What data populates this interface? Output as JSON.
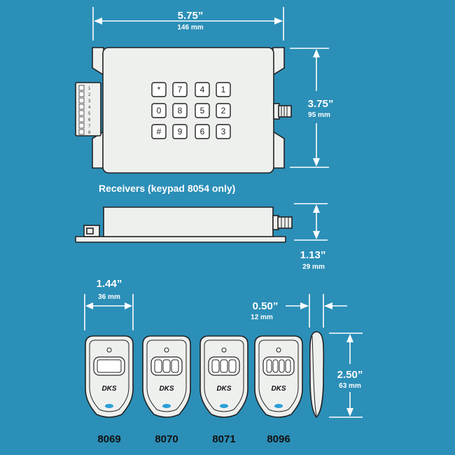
{
  "dimensions": {
    "width_in": "5.75”",
    "width_mm": "146 mm",
    "height_in": "3.75”",
    "height_mm": "95 mm",
    "depth_in": "1.13”",
    "depth_mm": "29 mm",
    "remote_width_in": "1.44”",
    "remote_width_mm": "36 mm",
    "remote_thickness_in": "0.50”",
    "remote_thickness_mm": "12 mm",
    "remote_height_in": "2.50”",
    "remote_height_mm": "63 mm"
  },
  "receiver_caption": "Receivers (keypad 8054 only)",
  "keypad_keys": [
    "*",
    "7",
    "4",
    "1",
    "0",
    "8",
    "5",
    "2",
    "#",
    "9",
    "6",
    "3"
  ],
  "terminal_labels": [
    "1",
    "2",
    "3",
    "4",
    "5",
    "6",
    "7",
    "8"
  ],
  "remotes": [
    {
      "model": "8069",
      "brand": "DKS",
      "buttons": 1
    },
    {
      "model": "8070",
      "brand": "DKS",
      "buttons": 3
    },
    {
      "model": "8071",
      "brand": "DKS",
      "buttons": 3
    },
    {
      "model": "8096",
      "brand": "DKS",
      "buttons": 4
    }
  ],
  "colors": {
    "background": "#2b8fb8",
    "device_fill": "#eef0ee",
    "outline": "#222222",
    "dimension_lines": "#ffffff",
    "remote_led": "#2a9fd6"
  }
}
